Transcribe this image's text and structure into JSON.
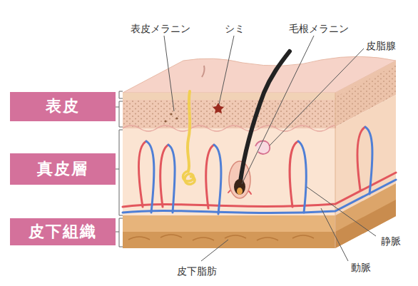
{
  "diagram": {
    "nodes": [
      {
        "text": [
          "表皮"
        ]
      },
      {
        "text": [
          "真皮層"
        ]
      },
      {
        "text": [
          "皮下組織"
        ]
      }
    ],
    "labels": [
      "表皮メラニン",
      "シミ",
      "毛根メラニン",
      "皮脂腺",
      "静脈",
      "動脈",
      "皮下脂肪"
    ]
  }
}
